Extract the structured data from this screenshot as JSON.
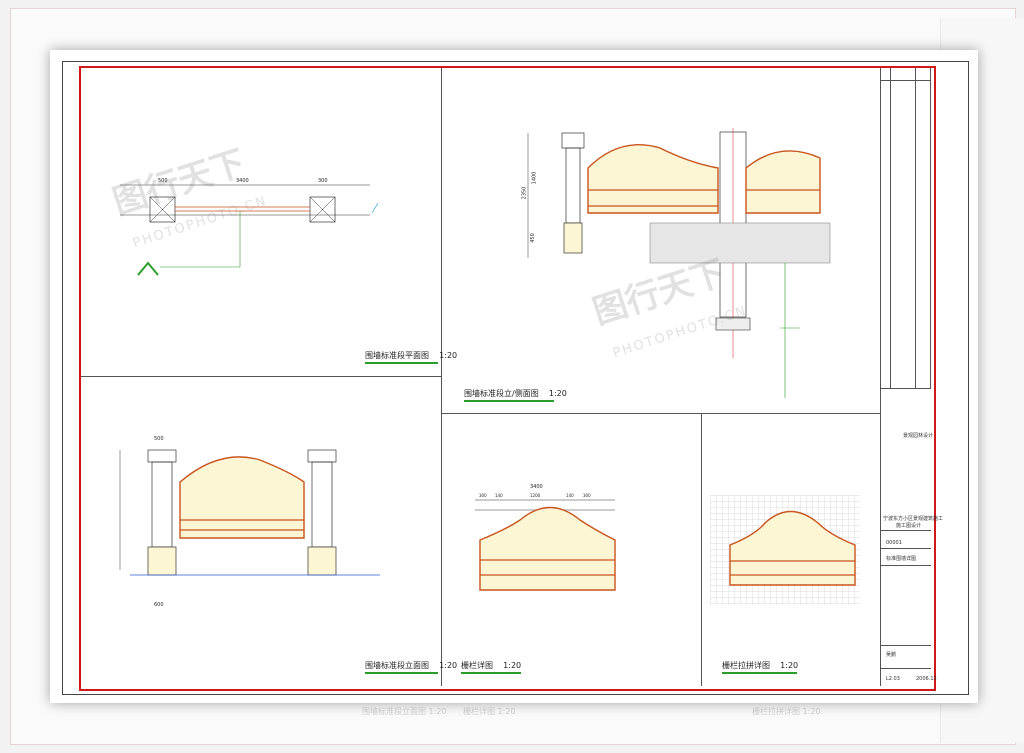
{
  "watermark": {
    "brand": "图行天下",
    "url": "PHOTOPHOTO.CN"
  },
  "panels": {
    "plan": {
      "title": "围墙标准段平面图",
      "scale": "1:20"
    },
    "section": {
      "title": "围墙标准段立/侧面图",
      "scale": "1:20"
    },
    "elevation": {
      "title": "围墙标准段立面图",
      "scale": "1:20"
    },
    "railing": {
      "title": "栅栏详图",
      "scale": "1:20"
    },
    "paving": {
      "title": "栅栏拉拼详图",
      "scale": "1:20"
    }
  },
  "dimensions": {
    "plan": [
      "500",
      "3400",
      "300"
    ],
    "section": [
      "2350",
      "1400",
      "450"
    ],
    "elevation_top": "500",
    "elevation_bottom": "600",
    "railing_total": "3400",
    "railing_parts": [
      "300",
      "140",
      "1200",
      "140",
      "300"
    ]
  },
  "title_block": {
    "company": "景观园林设计",
    "project": "宁波东方小区景观建筑施工",
    "stage": "施工图设计",
    "drawing_no": "00001",
    "sheet_title": "标准围墙详图",
    "designer": "吴鹏",
    "sheet_code": "L2.03",
    "date": "2006.12"
  },
  "background_labels": [
    "围墙标准段立面图  1:20",
    "栅栏详图  1:20",
    "栅栏拉拼详图  1:20"
  ],
  "colors": {
    "frame_red": "#d01818",
    "title_green": "#2a9d2a",
    "fence_orange": "#c8541e",
    "fill_yellow": "#fdf6d4"
  }
}
